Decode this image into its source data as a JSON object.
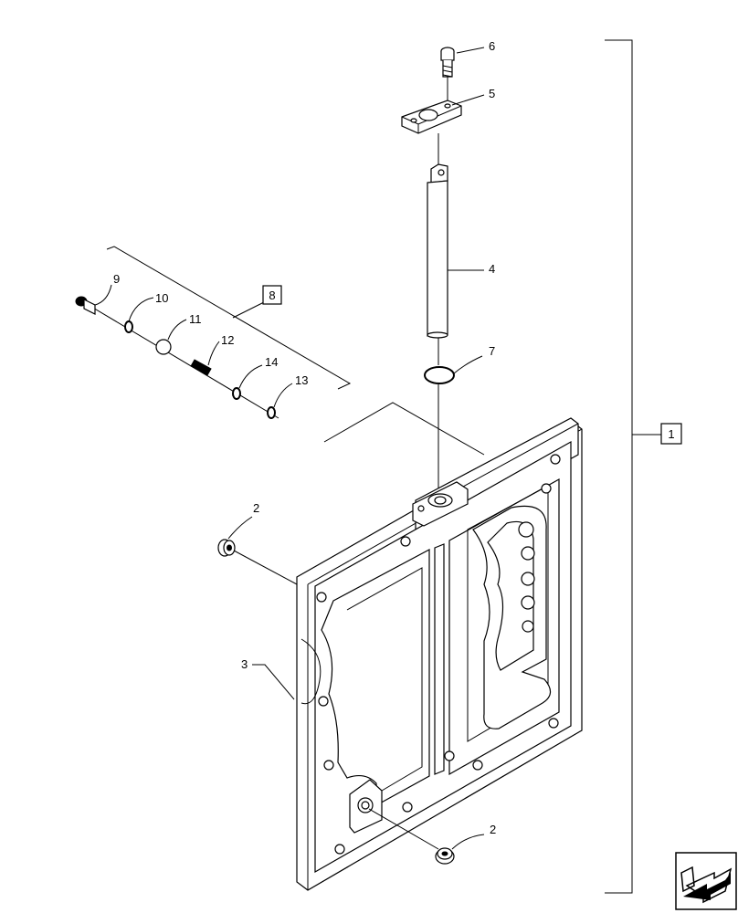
{
  "diagram": {
    "labels": {
      "l1": "1",
      "l2a": "2",
      "l2b": "2",
      "l3": "3",
      "l4": "4",
      "l5": "5",
      "l6": "6",
      "l7": "7",
      "l8": "8",
      "l9": "9",
      "l10": "10",
      "l11": "11",
      "l12": "12",
      "l13": "13",
      "l14": "14"
    },
    "nav_icon": "arrow-icon"
  }
}
